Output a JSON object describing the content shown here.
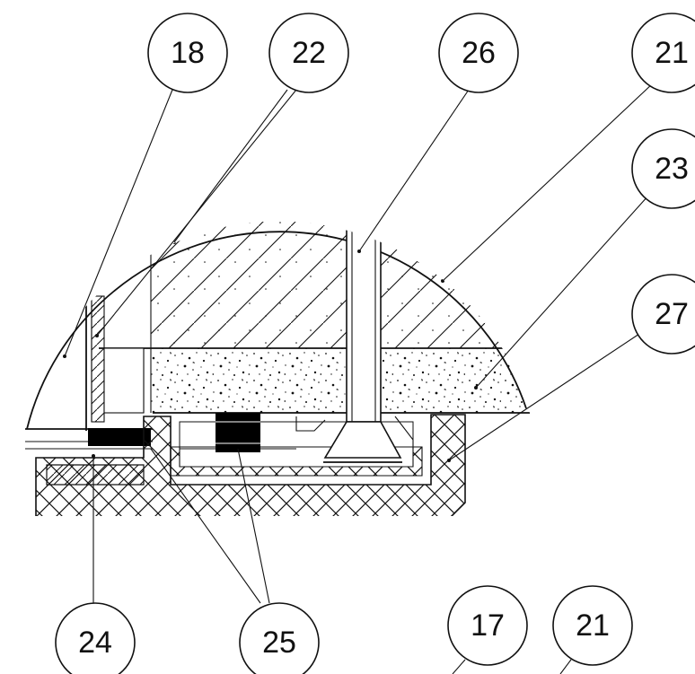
{
  "callouts": [
    {
      "id": "c18",
      "label": "18"
    },
    {
      "id": "c22",
      "label": "22"
    },
    {
      "id": "c26",
      "label": "26"
    },
    {
      "id": "c21a",
      "label": "21"
    },
    {
      "id": "c23",
      "label": "23"
    },
    {
      "id": "c27",
      "label": "27"
    },
    {
      "id": "c24",
      "label": "24"
    },
    {
      "id": "c25",
      "label": "25"
    },
    {
      "id": "c17",
      "label": "17"
    },
    {
      "id": "c21b",
      "label": "21"
    }
  ],
  "colors": {
    "line": "#111111",
    "background": "#ffffff",
    "gasket": "#000000"
  }
}
